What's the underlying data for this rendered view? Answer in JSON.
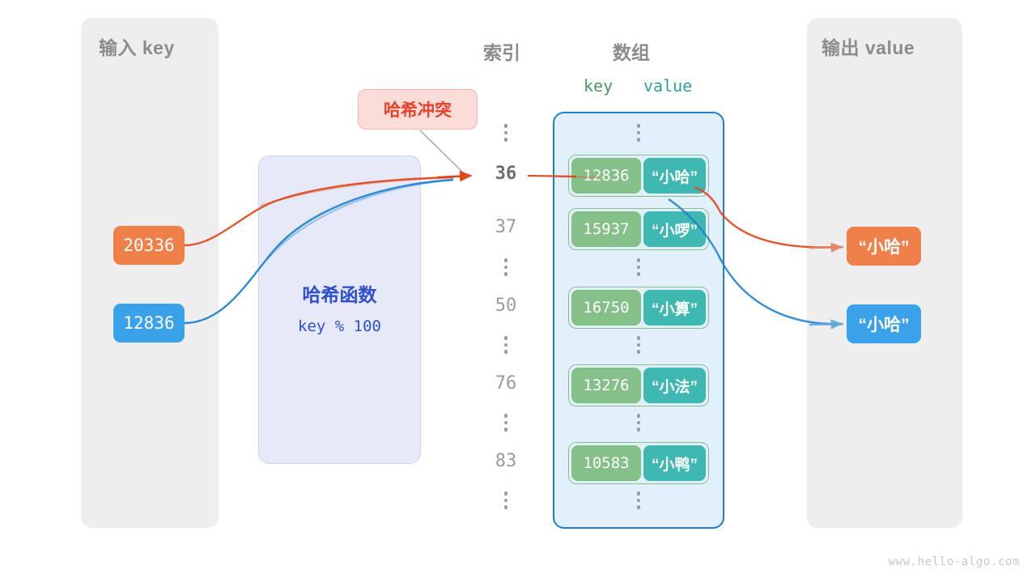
{
  "panels": {
    "input": {
      "title": "输入 key"
    },
    "output": {
      "title": "输出 value"
    }
  },
  "headings": {
    "index": "索引",
    "array": "数组",
    "key": "key",
    "value": "value"
  },
  "collision": {
    "label": "哈希冲突"
  },
  "hash_function": {
    "title": "哈希函数",
    "expression": "key % 100"
  },
  "input_keys": [
    {
      "value": "20336",
      "color": "#f08049"
    },
    {
      "value": "12836",
      "color": "#39a2e8"
    }
  ],
  "output_values": [
    {
      "value": "“小哈”",
      "color": "#f08049"
    },
    {
      "value": "“小哈”",
      "color": "#39a2e8"
    }
  ],
  "index_column": [
    {
      "type": "dots"
    },
    {
      "type": "index",
      "label": "36",
      "active": true
    },
    {
      "type": "index",
      "label": "37",
      "active": false
    },
    {
      "type": "dots"
    },
    {
      "type": "index",
      "label": "50",
      "active": false
    },
    {
      "type": "dots"
    },
    {
      "type": "index",
      "label": "76",
      "active": false
    },
    {
      "type": "dots"
    },
    {
      "type": "index",
      "label": "83",
      "active": false
    },
    {
      "type": "dots"
    }
  ],
  "array_entries": [
    {
      "key": "12836",
      "value": "“小哈”"
    },
    {
      "key": "15937",
      "value": "“小啰”"
    },
    {
      "key": "16750",
      "value": "“小算”"
    },
    {
      "key": "13276",
      "value": "“小法”"
    },
    {
      "key": "10583",
      "value": "“小鸭”"
    }
  ],
  "colors": {
    "panel_bg": "#eeeeee",
    "array_bg": "#e2f0fb",
    "array_border": "#1f7fd0",
    "cell_key": "#85c089",
    "cell_value": "#3fb8b2",
    "hash_bg": "#e6eaf8",
    "hash_text": "#2f4fd0",
    "collision_bg": "#fbdcd8",
    "collision_text": "#e8412a",
    "orange": "#f08049",
    "orange_wire": "#e0491d",
    "blue": "#39a2e8",
    "blue_wire": "#1f7fd0",
    "muted_text": "#8c8c8c"
  },
  "watermark": "www.hello-algo.com"
}
